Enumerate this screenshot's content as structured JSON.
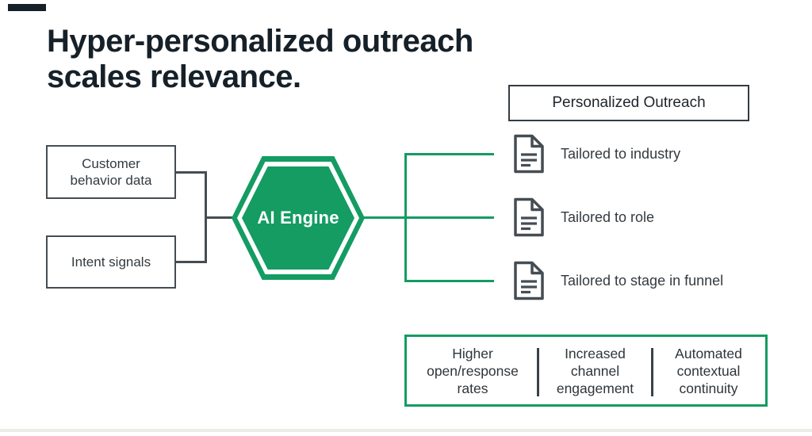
{
  "title": {
    "line1": "Hyper-personalized outreach",
    "line2": "scales relevance."
  },
  "header_box": {
    "label": "Personalized Outreach"
  },
  "inputs": [
    {
      "label": "Customer behavior data"
    },
    {
      "label": "Intent signals"
    }
  ],
  "engine": {
    "label": "AI Engine"
  },
  "outputs": [
    {
      "label": "Tailored to industry"
    },
    {
      "label": "Tailored to role"
    },
    {
      "label": "Tailored to stage in funnel"
    }
  ],
  "benefits": [
    {
      "label": "Higher open/response rates"
    },
    {
      "label": "Increased channel engagement"
    },
    {
      "label": "Automated contextual continuity"
    }
  ],
  "colors": {
    "green": "#149c62",
    "dark": "#454d53",
    "title": "#162028",
    "text": "#333a40"
  }
}
